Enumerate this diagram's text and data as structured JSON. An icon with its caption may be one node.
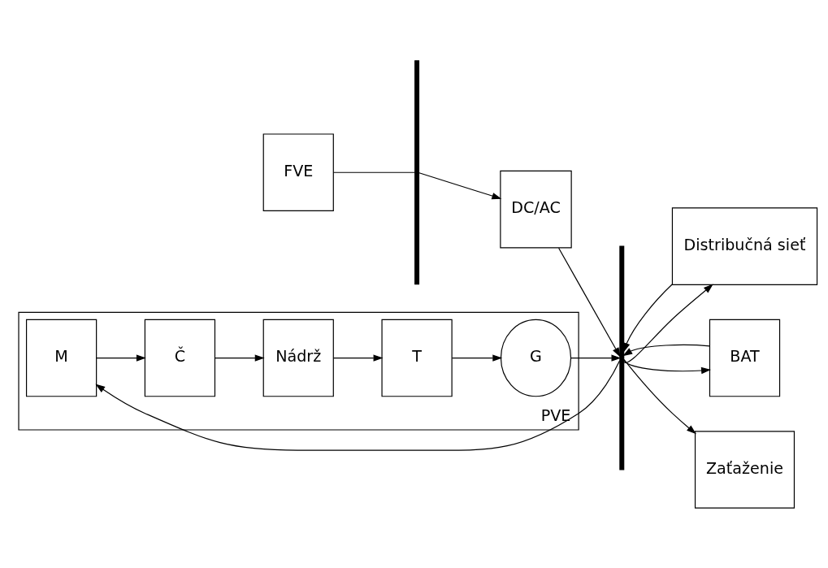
{
  "diagram": {
    "nodes": [
      {
        "text": [
          "FVE"
        ]
      },
      {
        "text": [],
        "shape": "bar"
      },
      {
        "text": [
          "DC/AC"
        ]
      },
      {
        "text": [],
        "shape": "bar"
      },
      {
        "text": [
          "Distribučná sieť"
        ]
      },
      {
        "text": [
          "PVE"
        ]
      },
      {
        "text": [
          "M"
        ],
        "in": 5
      },
      {
        "text": [
          "Č"
        ],
        "in": 5
      },
      {
        "text": [
          "Nádrž"
        ],
        "in": 5
      },
      {
        "text": [
          "G"
        ],
        "in": 5
      },
      {
        "text": [
          "T"
        ],
        "in": 5
      },
      {
        "text": [
          "BAT"
        ]
      },
      {
        "text": [
          "Zaťaženie"
        ]
      }
    ],
    "edges": [
      {
        "from": 0,
        "to": 1,
        "arrow": "none"
      },
      {
        "from": 1,
        "to": 2,
        "arrow": "to"
      },
      {
        "from": 4,
        "to": 3,
        "arrow": "to"
      },
      {
        "from": 3,
        "to": 4,
        "arrow": "to"
      },
      {
        "from": 2,
        "to": 3,
        "arrow": "to"
      },
      {
        "from": 3,
        "to": 6,
        "arrow": "to"
      },
      {
        "from": 6,
        "to": 7,
        "arrow": "to"
      },
      {
        "from": 7,
        "to": 8,
        "arrow": "to"
      },
      {
        "from": 8,
        "to": 10,
        "arrow": "to"
      },
      {
        "from": 10,
        "to": 9,
        "arrow": "to"
      },
      {
        "from": 9,
        "to": 3,
        "arrow": "to"
      },
      {
        "from": 11,
        "to": 3,
        "arrow": "to"
      },
      {
        "from": 3,
        "to": 11,
        "arrow": "to"
      },
      {
        "from": 3,
        "to": 12,
        "arrow": "to"
      }
    ]
  }
}
